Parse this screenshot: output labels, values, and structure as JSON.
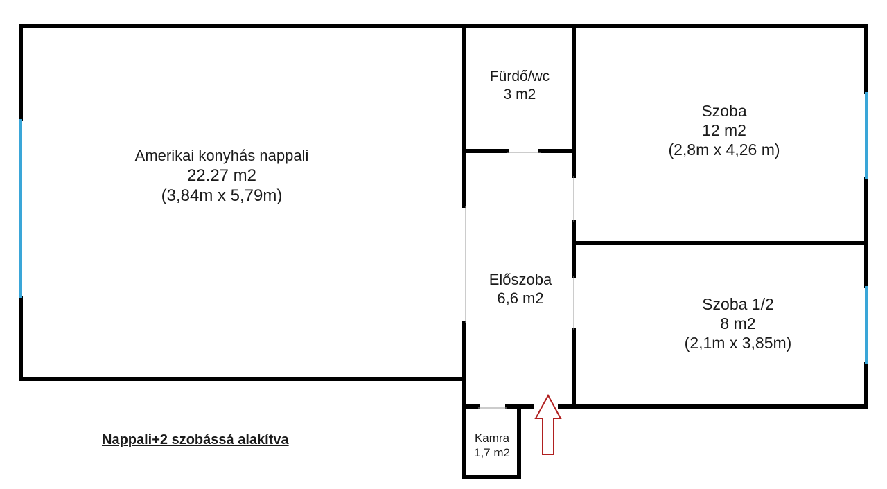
{
  "rooms": {
    "living": {
      "name": "Amerikai konyhás nappali",
      "area": "22.27 m2",
      "dims": "(3,84m x 5,79m)"
    },
    "bath": {
      "name": "Fürdő/wc",
      "area": "3 m2"
    },
    "room1": {
      "name": "Szoba",
      "area": "12 m2",
      "dims": "(2,8m x 4,26 m)"
    },
    "hall": {
      "name": "Előszoba",
      "area": "6,6 m2"
    },
    "room2": {
      "name": "Szoba 1/2",
      "area": "8 m2",
      "dims": "(2,1m x 3,85m)"
    },
    "pantry": {
      "name": "Kamra",
      "area": "1,7 m2"
    }
  },
  "caption": "Nappali+2 szobássá alakítva",
  "colors": {
    "wall": "#000000",
    "window": "#3aa6d8",
    "arrow": "#b02020",
    "door_line": "#999999"
  }
}
